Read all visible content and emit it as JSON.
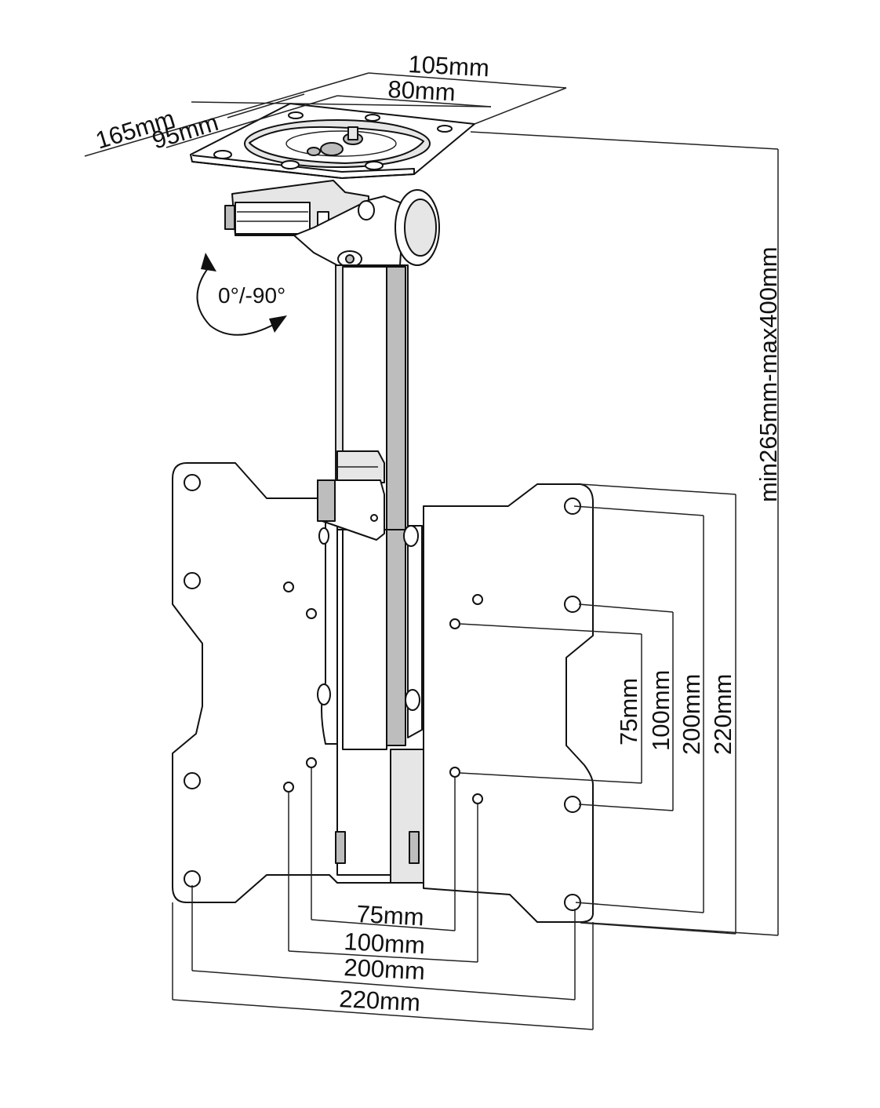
{
  "top_plate": {
    "width_outer": "105mm",
    "width_inner": "80mm",
    "depth_outer": "165mm",
    "depth_inner": "95mm"
  },
  "tilt": "0°/-90°",
  "height_range": "min265mm-max400mm",
  "vesa_horizontal": [
    "75mm",
    "100mm",
    "200mm",
    "220mm"
  ],
  "vesa_vertical": [
    "75mm",
    "100mm",
    "200mm",
    "220mm"
  ]
}
